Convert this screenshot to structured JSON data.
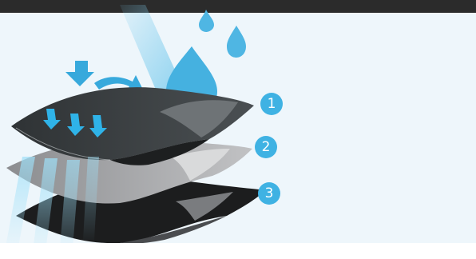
{
  "layers": [
    {
      "number": "1",
      "lines": [
        "",
        ""
      ]
    },
    {
      "number": "2",
      "lines": [
        "",
        ""
      ]
    },
    {
      "number": "3",
      "lines": [
        "",
        "",
        ""
      ]
    }
  ],
  "colors": {
    "background": "#eef6fb",
    "accent": "#3fb2e3",
    "layer_top": "#3f4446",
    "layer_middle": "#a6a7a9",
    "layer_bottom": "#1b1c1d"
  },
  "icons": [
    "raindrop-icon",
    "wind-arrow-icon",
    "vapor-arrow-icon"
  ]
}
